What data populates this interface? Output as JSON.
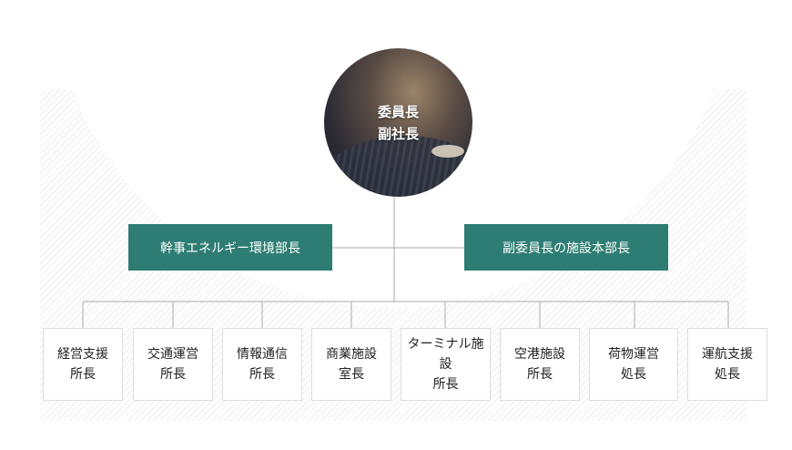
{
  "top_node": {
    "line1": "委員長",
    "line2": "副社長"
  },
  "mid_nodes": {
    "left": "幹事エネルギー環境部長",
    "right": "副委員長の施設本部長"
  },
  "leaves": [
    {
      "line1": "経営支援",
      "line2": "所長"
    },
    {
      "line1": "交通運営",
      "line2": "所長"
    },
    {
      "line1": "情報通信",
      "line2": "所長"
    },
    {
      "line1": "商業施設",
      "line2": "室長"
    },
    {
      "line1": "ターミナル施設",
      "line2": "所長"
    },
    {
      "line1": "空港施設",
      "line2": "所長"
    },
    {
      "line1": "荷物運営",
      "line2": "処長"
    },
    {
      "line1": "運航支援",
      "line2": "処長"
    }
  ],
  "colors": {
    "accent": "#2e7d74",
    "line": "#aaaaaa",
    "border": "#dddddd"
  }
}
